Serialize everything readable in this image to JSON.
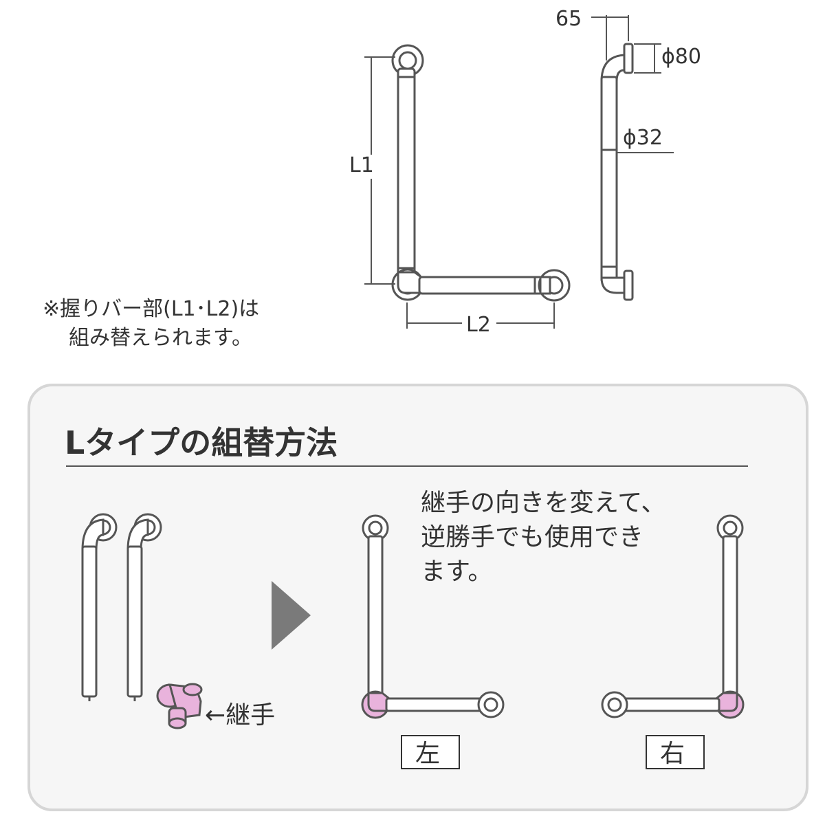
{
  "dimensions": {
    "l1": "L1",
    "l2": "L2",
    "offset": "65",
    "flange_dia": "ϕ80",
    "bar_dia": "ϕ32"
  },
  "note": {
    "line1": "※握りバー部(L1･L2)は",
    "line2": "組み替えられます。"
  },
  "panel": {
    "title": "Lタイプの組替方法",
    "description": [
      "継手の向きを変えて、",
      "逆勝手でも使用でき",
      "ます。"
    ],
    "joint_label": "←継手",
    "left_label": "左",
    "right_label": "右"
  },
  "colors": {
    "line": "#555555",
    "joint_pink": "#e9b3dc",
    "panel_border": "#d6d6d6",
    "panel_bg": "#f6f6f6",
    "arrow": "#7a7a7a"
  }
}
